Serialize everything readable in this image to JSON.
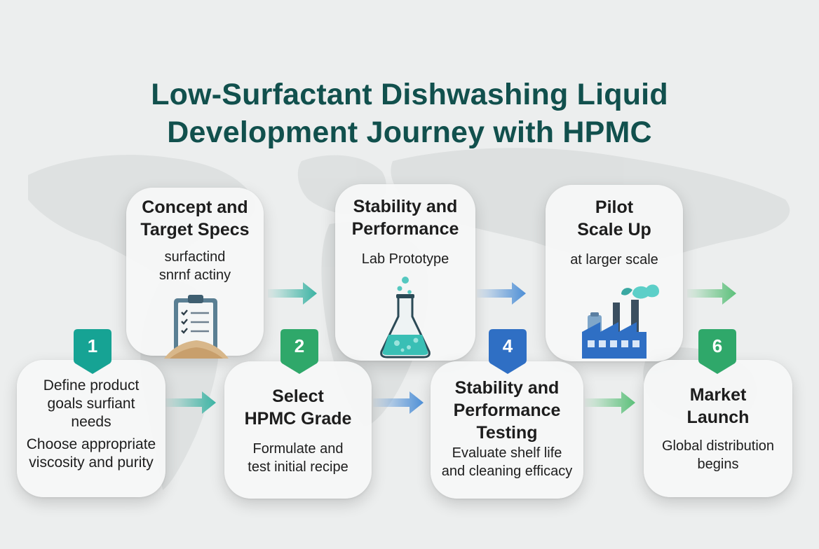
{
  "title": {
    "line1": "Low-Surfactant Dishwashing Liquid",
    "line2": "Development Journey with HPMC"
  },
  "colors": {
    "title": "#11504d",
    "badge_teal": "#16a394",
    "badge_green": "#2fa86a",
    "badge_blue": "#2f6fc4",
    "arrow_teal": "#3bb3a3",
    "arrow_blue": "#4e8fd6",
    "arrow_green": "#5cc07a"
  },
  "top_cards": [
    {
      "heading": [
        "Concept and",
        "Target Specs"
      ],
      "text": [
        "surfactind",
        "snrnf actiny"
      ],
      "icon": "clipboard-checklist-icon"
    },
    {
      "heading": [
        "Stability and",
        "Performance"
      ],
      "text": [
        "Lab Prototype"
      ],
      "icon": "flask-icon"
    },
    {
      "heading": [
        "Pilot",
        "Scale Up"
      ],
      "text": [
        "at larger scale"
      ],
      "icon": "factory-icon"
    }
  ],
  "bottom_cards": [
    {
      "badge": "1",
      "heading": [],
      "text": [
        "Define product",
        "goals surfiant",
        "needs",
        "Choose appropriate",
        "viscosity and purity"
      ]
    },
    {
      "badge": "2",
      "heading": [
        "Select",
        "HPMC Grade"
      ],
      "text": [
        "Formulate and",
        "test initial recipe"
      ]
    },
    {
      "badge": "4",
      "heading": [
        "Stability and",
        "Performance",
        "Testing"
      ],
      "text": [
        "Evaluate shelf life",
        "and cleaning efficacy"
      ]
    },
    {
      "badge": "6",
      "heading": [
        "Market",
        "Launch"
      ],
      "text": [
        "Global distribution",
        "begins"
      ]
    }
  ]
}
